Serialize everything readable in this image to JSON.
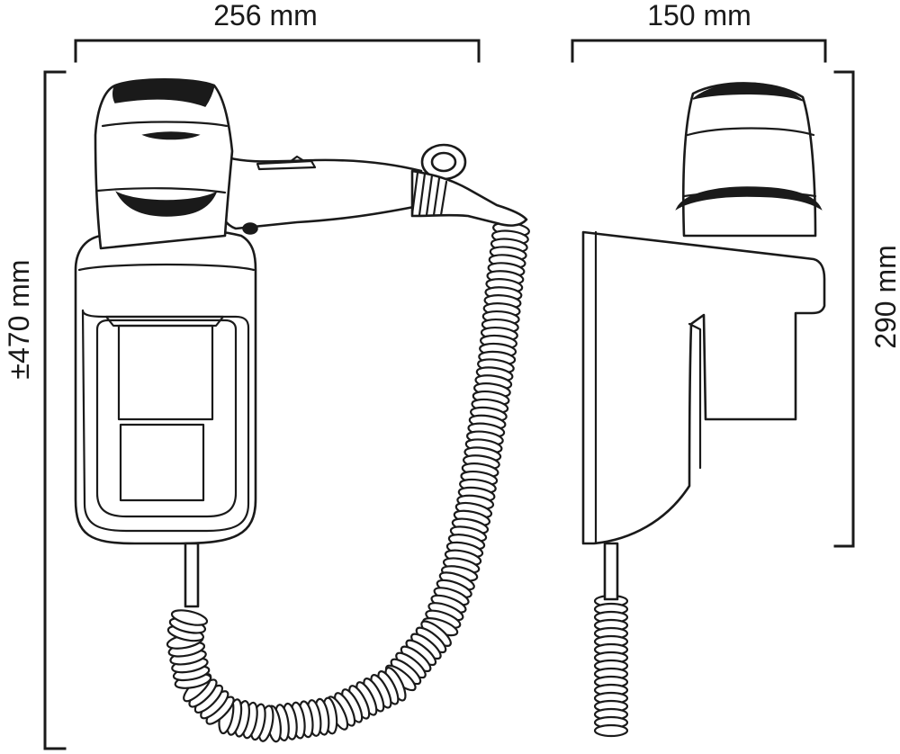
{
  "dimensions": {
    "width_left": "256 mm",
    "width_right": "150 mm",
    "height_total": "±470 mm",
    "height_unit": "290 mm"
  },
  "colors": {
    "line": "#1a1a1a",
    "fill": "#ffffff"
  }
}
